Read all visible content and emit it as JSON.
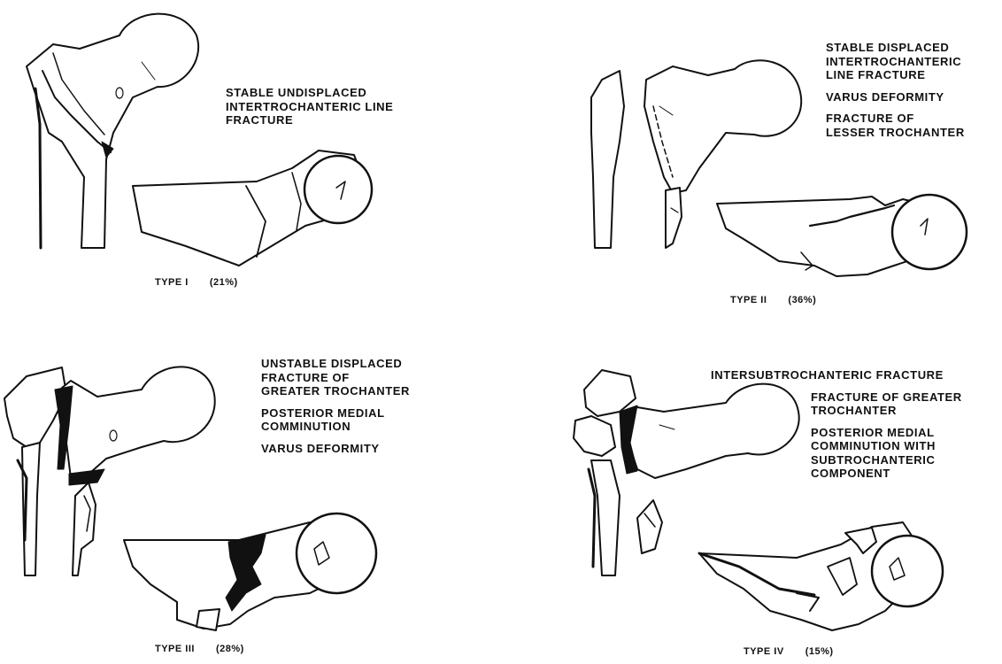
{
  "panels": [
    {
      "type_label": "TYPE I",
      "percent": "(21%)",
      "notes": [
        "STABLE UNDISPLACED\nINTERTROCHANTERIC LINE\nFRACTURE"
      ]
    },
    {
      "type_label": "TYPE II",
      "percent": "(36%)",
      "notes": [
        "STABLE DISPLACED\nINTERTROCHANTERIC\nLINE FRACTURE",
        "VARUS DEFORMITY",
        "FRACTURE OF\nLESSER TROCHANTER"
      ]
    },
    {
      "type_label": "TYPE III",
      "percent": "(28%)",
      "notes": [
        "UNSTABLE DISPLACED\nFRACTURE OF\nGREATER TROCHANTER",
        "POSTERIOR MEDIAL\nCOMMINUTION",
        "VARUS DEFORMITY"
      ]
    },
    {
      "type_label": "TYPE IV",
      "percent": "(15%)",
      "notes": [
        "INTERSUBTROCHANTERIC FRACTURE",
        "FRACTURE OF GREATER\nTROCHANTER",
        "POSTERIOR MEDIAL\nCOMMINUTION WITH\nSUBTROCHANTERIC\nCOMPONENT"
      ]
    }
  ]
}
